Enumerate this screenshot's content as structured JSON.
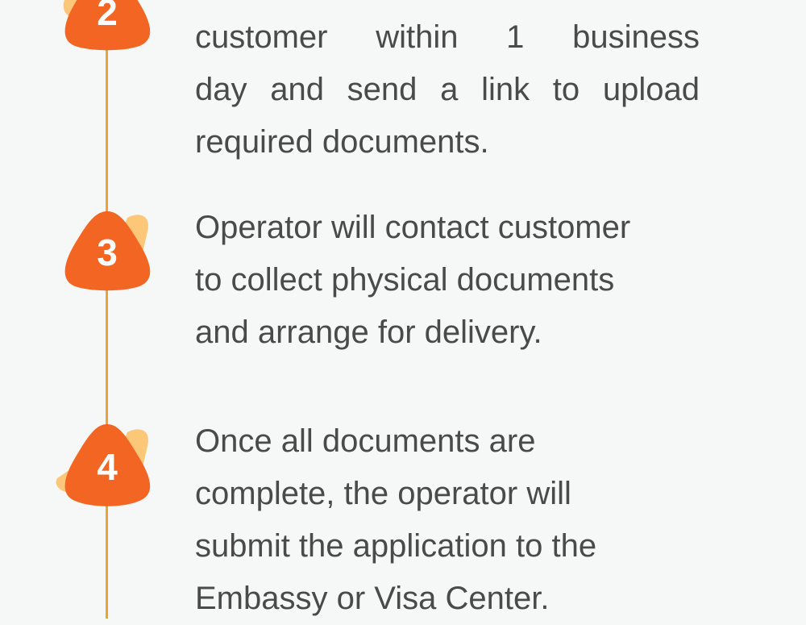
{
  "steps": [
    {
      "number": "2",
      "lines": [
        "customer within 1 business",
        "day and send a link to upload",
        "required documents."
      ]
    },
    {
      "number": "3",
      "lines": [
        "Operator will contact customer",
        "to collect physical documents",
        "and arrange for delivery."
      ]
    },
    {
      "number": "4",
      "lines": [
        "Once all documents are",
        "complete, the operator will",
        "submit the application to the",
        "Embassy or Visa Center."
      ]
    }
  ],
  "colors": {
    "badge": "#f26522",
    "blob": "#fdc77a",
    "line": "#f0a22e",
    "text": "#4a4a4a",
    "background": "#f6f7f7"
  }
}
